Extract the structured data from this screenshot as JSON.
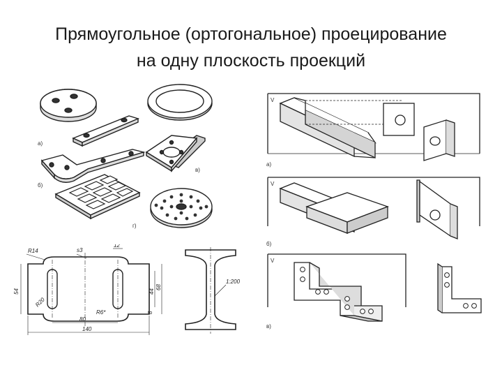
{
  "slide": {
    "title_line1": "Прямоугольное (ортогональное) проецирование",
    "title_line2": "на одну плоскость проекций"
  },
  "figure_parts": {
    "label_a": "а)",
    "label_b": "б)",
    "label_v": "в)",
    "label_g": "г)"
  },
  "figure_projections": {
    "plane_label": "V",
    "label_a": "а)",
    "label_b": "б)",
    "label_v": "в)"
  },
  "drawing_plate": {
    "dims": {
      "r14": "R14",
      "s3": "s3",
      "d12": "12",
      "r20": "R20",
      "r6": "R6*",
      "d54": "54",
      "d44": "44",
      "d68": "68",
      "d8": "8",
      "d80": "80",
      "d140": "140"
    }
  },
  "drawing_beam": {
    "slope": "1:200"
  }
}
